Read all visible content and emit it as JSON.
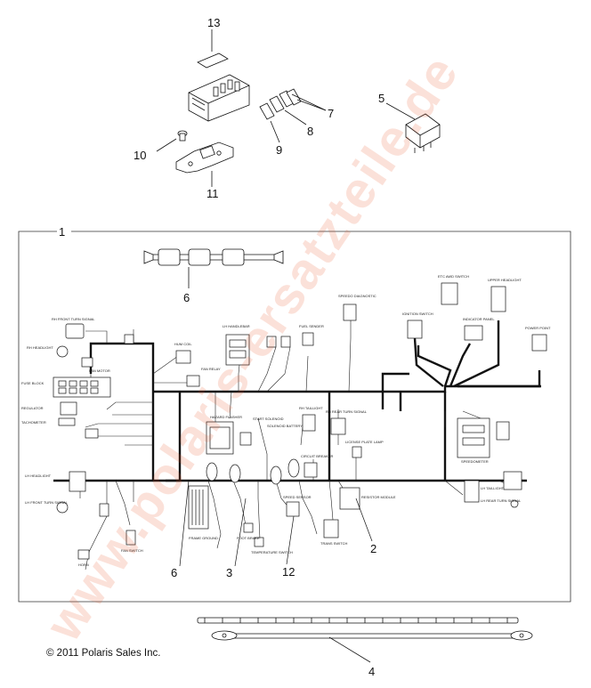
{
  "callouts": {
    "c13": "13",
    "c7": "7",
    "c8": "8",
    "c9": "9",
    "c5": "5",
    "c10": "10",
    "c11": "11",
    "c1": "1",
    "c6a": "6",
    "c6b": "6",
    "c3": "3",
    "c12": "12",
    "c2": "2",
    "c4": "4"
  },
  "copyright": "© 2011 Polaris Sales Inc.",
  "watermark": "www.polaris-ersatzteile.de",
  "harness_labels": {
    "rh_front_turn": "RH FRONT TURN SIGNAL",
    "rh_headlight": "RH HEADLIGHT",
    "fan_motor": "FAN MOTOR",
    "fuse_block": "FUSE BLOCK",
    "regulator": "REGULATOR",
    "tachometer": "TACHOMETER",
    "lh_handlebar": "LH HANDLEBAR",
    "fuel_sender": "FUEL SENDER",
    "speedo_diag": "SPEEDO DIAGNOSTIC",
    "ignition_switch": "IGNITION SWITCH",
    "indicator_panel": "INDICATOR PANEL",
    "upper_headlight": "UPPER HEADLIGHT",
    "power_point": "POWER POINT",
    "etc_awd_switch": "ETC AWD SWITCH",
    "hazard_flasher": "HAZARD FLASHER",
    "start_solenoid": "START SOLENOID",
    "solenoid_battery": "SOLENOID BATTERY",
    "rh_taillight": "RH TAILLIGHT",
    "rh_rear_turn": "RH REAR TURN SIGNAL",
    "license_plate": "LICENSE PLATE LAMP",
    "speedometer": "SPEEDOMETER",
    "lh_headlight": "LH HEADLIGHT",
    "lh_front_turn": "LH FRONT TURN SIGNAL",
    "horn": "HORN",
    "fan_switch": "FAN SWITCH",
    "frame_ground": "FRAME GROUND",
    "foot_brake": "FOOT BRAKE",
    "temperature_switch": "TEMPERATURE SWITCH",
    "speed_sensor": "SPEED SENSOR",
    "circuit_breaker": "CIRCUIT BREAKER",
    "trans_switch": "TRANS SWITCH",
    "resistor_module": "RESISTOR MODULE",
    "lh_taillight": "LH TAILLIGHT",
    "lh_rear_turn": "LH REAR TURN SIGNAL",
    "hum_coil": "HUM COIL",
    "fan_relay": "FAN RELAY"
  }
}
